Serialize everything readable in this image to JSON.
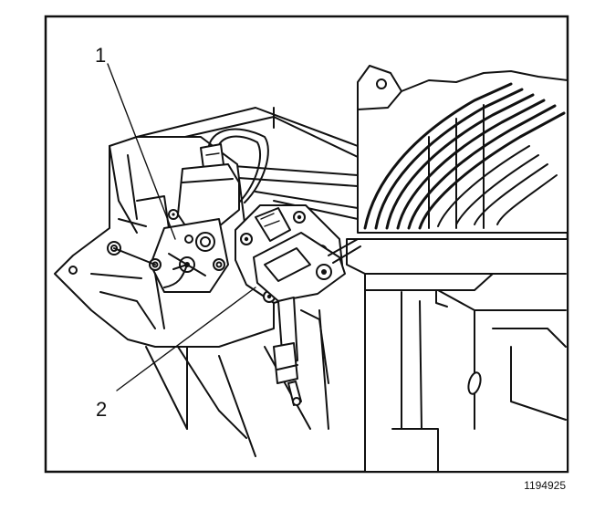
{
  "diagram": {
    "callouts": [
      {
        "id": "1",
        "label": "1"
      },
      {
        "id": "2",
        "label": "2"
      }
    ],
    "figure_number": "1194925"
  },
  "colors": {
    "ink": "#111111",
    "paper": "#ffffff"
  }
}
